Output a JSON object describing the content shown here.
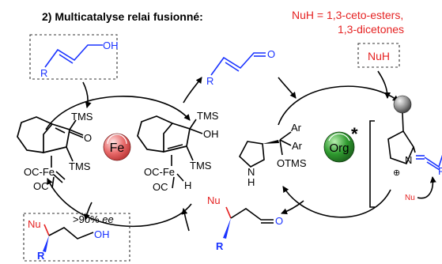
{
  "title": "2) Multicatalyse relai fusionné:",
  "nucleophiles": {
    "line1": "NuH = 1,3-ceto-esters,",
    "line2": "1,3-dicetones",
    "box_label": "NuH"
  },
  "colors": {
    "black": "#000000",
    "blue": "#1a33ff",
    "red": "#e52222",
    "fe_ball": "#e86a6a",
    "org_ball": "#2f9a2f"
  },
  "iron_cycle": {
    "catalyst_label": "Fe",
    "left_complex": {
      "tms_top": "TMS",
      "tms_bottom": "TMS",
      "oxo": "O",
      "fe_line": "OC-Fe",
      "co_bottom": "OC"
    },
    "right_complex": {
      "tms_top": "TMS",
      "hydroxyl": "OH",
      "tms_bottom": "TMS",
      "fe_line": "OC-Fe",
      "hydride": "H",
      "co_bottom": "OC"
    }
  },
  "allylic_alcohol": {
    "r": "R",
    "oh": "OH"
  },
  "enal_top": {
    "r": "R",
    "o": "O"
  },
  "organocatalyst": {
    "label": "Org",
    "star": "*",
    "prolinol": {
      "ar1": "Ar",
      "ar2": "Ar",
      "nh": "N",
      "h": "H",
      "otms": "OTMS"
    },
    "iminium": {
      "n": "N",
      "plus": "⊕",
      "nu": "Nu",
      "r": "R"
    }
  },
  "adduct": {
    "nu": "Nu",
    "r": "R",
    "o": "O"
  },
  "product": {
    "nu": "Nu",
    "r": "R",
    "oh": "OH",
    "ee_value": ">90% ",
    "ee_unit": "ee"
  }
}
